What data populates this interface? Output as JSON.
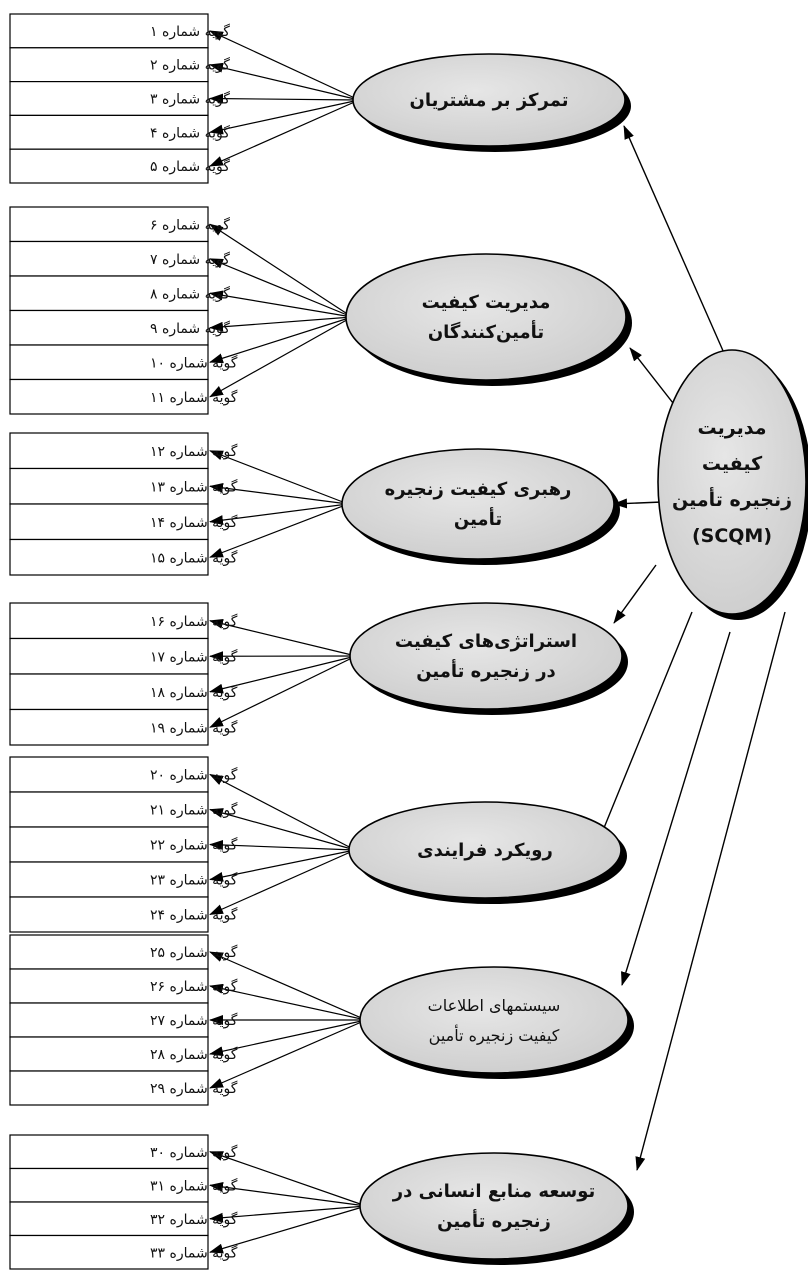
{
  "central": {
    "lines": [
      "مدیریت",
      "کیفیت",
      "زنجیره تأمین",
      "(SCQM)"
    ]
  },
  "factors": [
    {
      "lines": [
        "تمرکز بر مشتریان"
      ],
      "items": [
        "گویه شماره ۱",
        "گویه شماره ۲",
        "گویه شماره ۳",
        "گویه شماره ۴",
        "گویه شماره ۵"
      ]
    },
    {
      "lines": [
        "مدیریت کیفیت",
        "تأمین‌کنندگان"
      ],
      "items": [
        "گویه شماره ۶",
        "گویه شماره ۷",
        "گویه شماره ۸",
        "گویه شماره ۹",
        "گویه شماره ۱۰",
        "گویه شماره ۱۱"
      ]
    },
    {
      "lines": [
        "رهبری کیفیت زنجیره",
        "تأمین"
      ],
      "items": [
        "گویه شماره ۱۲",
        "گویه شماره ۱۳",
        "گویه شماره ۱۴",
        "گویه شماره ۱۵"
      ]
    },
    {
      "lines": [
        "استراتژی‌های کیفیت",
        "در زنجیره تأمین"
      ],
      "items": [
        "گویه شماره ۱۶",
        "گویه شماره ۱۷",
        "گویه شماره ۱۸",
        "گویه شماره ۱۹"
      ]
    },
    {
      "lines": [
        "رویکرد فرایندی"
      ],
      "items": [
        "گویه شماره ۲۰",
        "گویه شماره ۲۱",
        "گویه شماره ۲۲",
        "گویه شماره ۲۳",
        "گویه شماره ۲۴"
      ]
    },
    {
      "lines": [
        "سیستمهای اطلاعات",
        "کیفیت زنجیره تأمین"
      ],
      "items": [
        "گویه شماره ۲۵",
        "گویه شماره ۲۶",
        "گویه شماره ۲۷",
        "گویه شماره ۲۸",
        "گویه شماره ۲۹"
      ]
    },
    {
      "lines": [
        "توسعه منابع انسانی در",
        "زنجیره تأمین"
      ],
      "items": [
        "گویه شماره ۳۰",
        "گویه شماره ۳۱",
        "گویه شماره ۳۲",
        "گویه شماره ۳۳"
      ]
    }
  ]
}
